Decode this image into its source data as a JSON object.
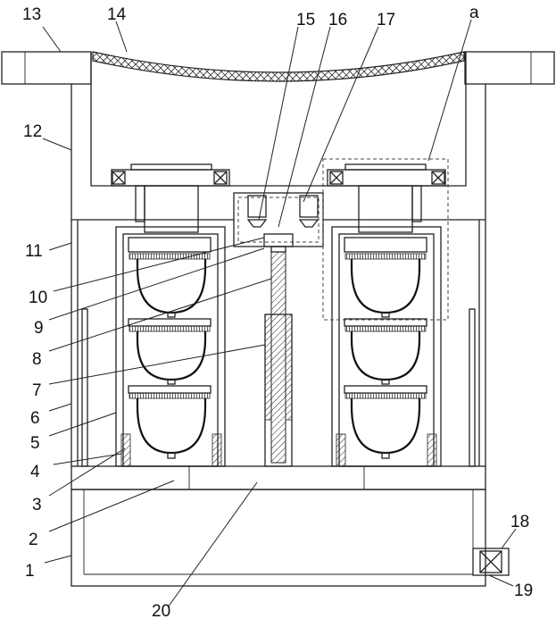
{
  "labels": {
    "l1": "1",
    "l2": "2",
    "l3": "3",
    "l4": "4",
    "l5": "5",
    "l6": "6",
    "l7": "7",
    "l8": "8",
    "l9": "9",
    "l10": "10",
    "l11": "11",
    "l12": "12",
    "l13": "13",
    "l14": "14",
    "l15": "15",
    "l16": "16",
    "l17": "17",
    "l18": "18",
    "l19": "19",
    "l20": "20",
    "la": "a"
  },
  "colors": {
    "line": "#222222",
    "background": "#ffffff",
    "spring_hatch": "#222222"
  }
}
